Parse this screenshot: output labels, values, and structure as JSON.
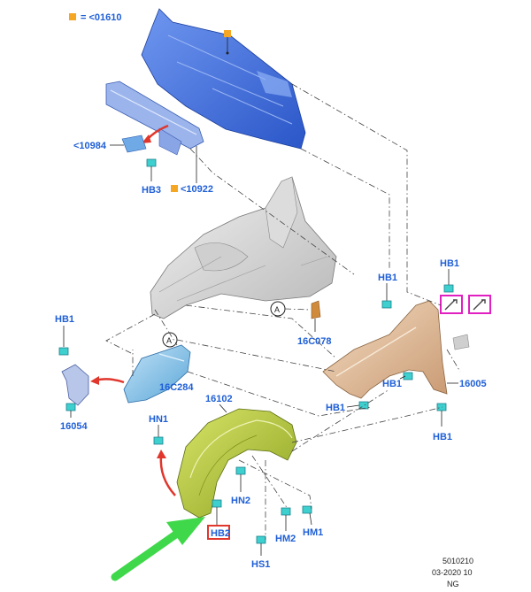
{
  "legend": {
    "text": "= <01610",
    "color": "#f5a623"
  },
  "labels": {
    "ref_10984": "<10984",
    "hb3": "HB3",
    "ref_10922": "<10922",
    "hb1_a": "HB1",
    "hb1_b": "HB1",
    "hb1_c": "HB1",
    "hb1_d": "HB1",
    "hb1_e": "HB1",
    "hb1_f": "HB1",
    "callout_a1": "A",
    "callout_a2": "A",
    "p16c078": "16C078",
    "p16c284": "16C284",
    "p16054": "16054",
    "p16005": "16005",
    "p16102": "16102",
    "hn1": "HN1",
    "hn2": "HN2",
    "hb2": "HB2",
    "hm2": "HM2",
    "hm1": "HM1",
    "hs1": "HS1"
  },
  "footer": {
    "line1": "5010210",
    "line2": "03-2020 10",
    "line3": "NG"
  },
  "colors": {
    "label_blue": "#1f5fd6",
    "dash_panel": "#3b6fe0",
    "fender": "#e8c9a8",
    "liner": "#b5c93a",
    "bracket": "#8fc6ea",
    "arrow_red": "#e0362c",
    "arrow_green": "#3fd84a",
    "highlight_magenta": "#e020c0",
    "highlight_red": "#e0362c",
    "clip": "#3ecfcf"
  },
  "icons": [
    "marker-square-icon",
    "wrench-icon",
    "clip-icon",
    "arrow-red-icon",
    "arrow-green-icon"
  ]
}
